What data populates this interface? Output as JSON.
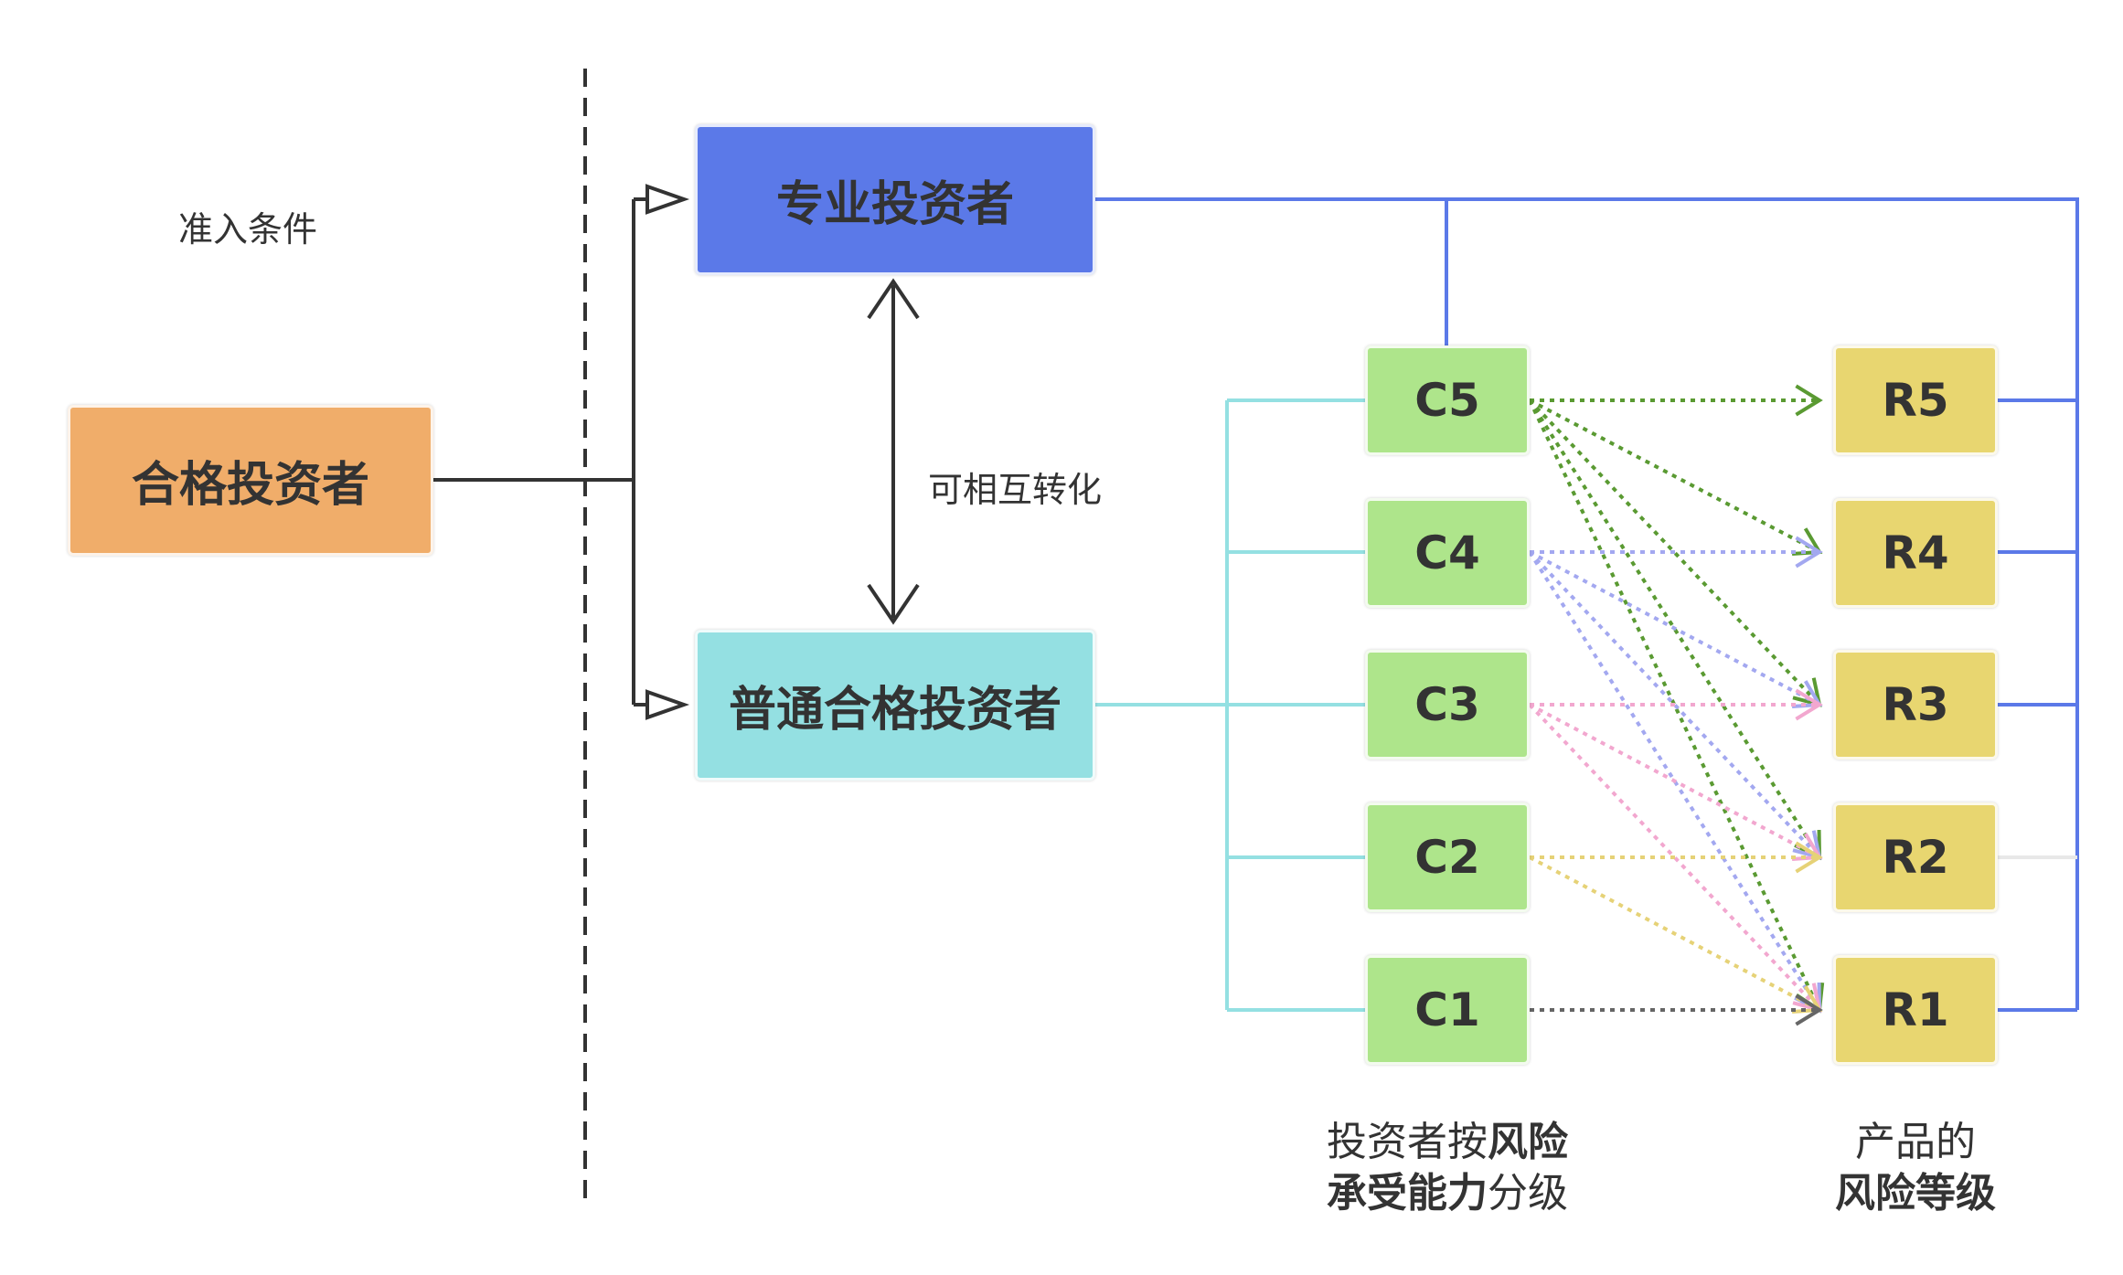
{
  "labels": {
    "entry_condition": "准入条件",
    "mutual_conversion": "可相互转化"
  },
  "nodes": {
    "qualified_investor": "合格投资者",
    "professional_investor": "专业投资者",
    "ordinary_qualified_investor": "普通合格投资者"
  },
  "investor_levels": [
    "C5",
    "C4",
    "C3",
    "C2",
    "C1"
  ],
  "product_levels": [
    "R5",
    "R4",
    "R3",
    "R2",
    "R1"
  ],
  "captions": {
    "investor_line1_normal": "投资者按",
    "investor_line1_bold": "风险",
    "investor_line2_bold": "承受能力",
    "investor_line2_normal": "分级",
    "product_line1": "产品的",
    "product_line2": "风险等级"
  },
  "mapping": [
    {
      "from": "C5",
      "to": [
        "R5",
        "R4",
        "R3",
        "R2",
        "R1"
      ],
      "color": "#5a9a32"
    },
    {
      "from": "C4",
      "to": [
        "R4",
        "R3",
        "R2",
        "R1"
      ],
      "color": "#a3a8f0"
    },
    {
      "from": "C3",
      "to": [
        "R3",
        "R2",
        "R1"
      ],
      "color": "#f2a7cf"
    },
    {
      "from": "C2",
      "to": [
        "R2",
        "R1"
      ],
      "color": "#e6d277"
    },
    {
      "from": "C1",
      "to": [
        "R1"
      ],
      "color": "#666666"
    }
  ],
  "colors": {
    "qualified_investor": "#f0ad6a",
    "professional_investor": "#5b79e8",
    "ordinary_qualified_investor": "#94e0e2",
    "investor_level": "#aee58b",
    "product_level": "#e8d670",
    "professional_link": "#5b79e8",
    "ordinary_link": "#94e0e2",
    "connector": "#333333"
  }
}
